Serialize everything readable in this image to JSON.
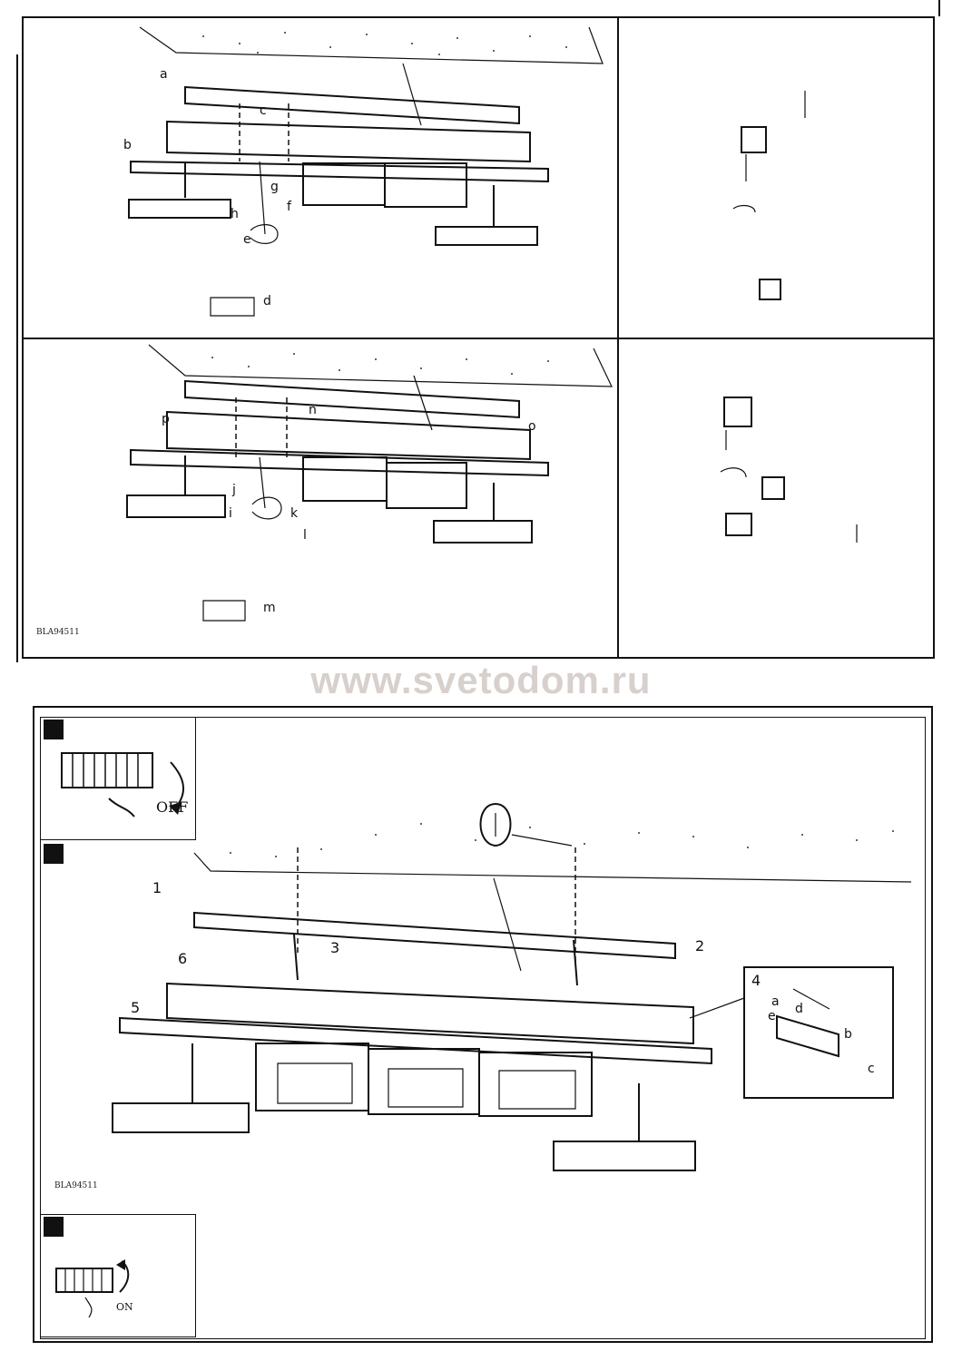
{
  "top_sheet": {
    "panel_a": {
      "labels": [
        "a",
        "b",
        "c",
        "g",
        "h",
        "f",
        "e",
        "d"
      ]
    },
    "panel_b": {
      "labels": [
        "p",
        "n",
        "o",
        "j",
        "i",
        "k",
        "l",
        "m"
      ]
    },
    "model_code": "BLA94511"
  },
  "watermark": "www.svetodom.ru",
  "bottom_sheet": {
    "switch_off_label": "OFF",
    "switch_on_label": "ON",
    "step_numbers": [
      "1",
      "2",
      "3",
      "4",
      "5",
      "6"
    ],
    "detail_letters": [
      "a",
      "b",
      "c",
      "d",
      "e"
    ],
    "model_code": "BLA94511"
  },
  "colors": {
    "ink": "#111111",
    "watermark": "#d8d0cc",
    "paper": "#ffffff"
  }
}
